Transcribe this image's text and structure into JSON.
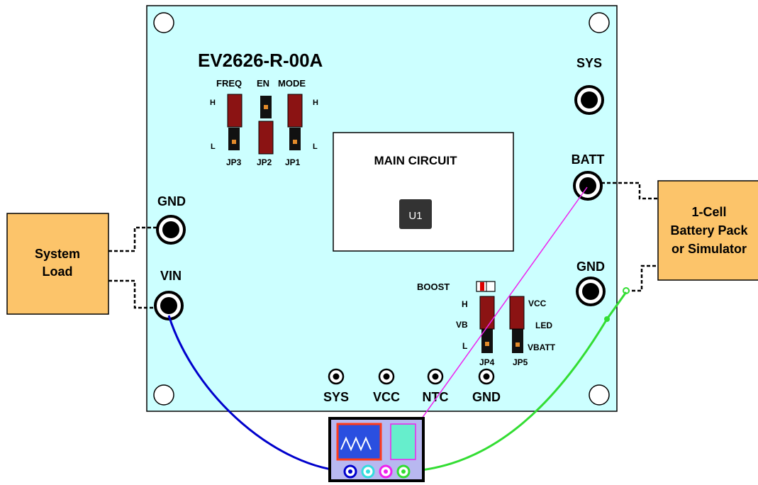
{
  "board": {
    "title": "EV2626-R-00A",
    "main_circuit": "MAIN CIRCUIT",
    "chip": "U1"
  },
  "jumpers_top": {
    "freq": "FREQ",
    "en": "EN",
    "mode": "MODE",
    "h_left": "H",
    "l_left": "L",
    "h_right": "H",
    "l_right": "L",
    "jp3": "JP3",
    "jp2": "JP2",
    "jp1": "JP1"
  },
  "jumpers_bottom": {
    "boost": "BOOST",
    "h": "H",
    "vb": "VB",
    "l": "L",
    "vcc": "VCC",
    "led": "LED",
    "vbatt": "VBATT",
    "jp4": "JP4",
    "jp5": "JP5"
  },
  "terminals": {
    "sys": "SYS",
    "batt": "BATT",
    "gnd_right": "GND",
    "gnd_left": "GND",
    "vin": "VIN"
  },
  "test_points": {
    "sys": "SYS",
    "vcc": "VCC",
    "ntc": "NTC",
    "gnd": "GND"
  },
  "external": {
    "load_line1": "System",
    "load_line2": "Load",
    "batt_line1": "1-Cell",
    "batt_line2": "Battery Pack",
    "batt_line3": "or Simulator"
  },
  "colors": {
    "board": "#ccffff",
    "external_box": "#fcc46a",
    "jumper": "#8b1313",
    "probe_blue": "#0000cc",
    "probe_cyan": "#33dddd",
    "probe_magenta": "#ee22ee",
    "probe_green": "#33dd33",
    "scope_body": "#b8b8f0",
    "scope_screen1": "#2a4fe0",
    "scope_screen2": "#66eecc"
  }
}
